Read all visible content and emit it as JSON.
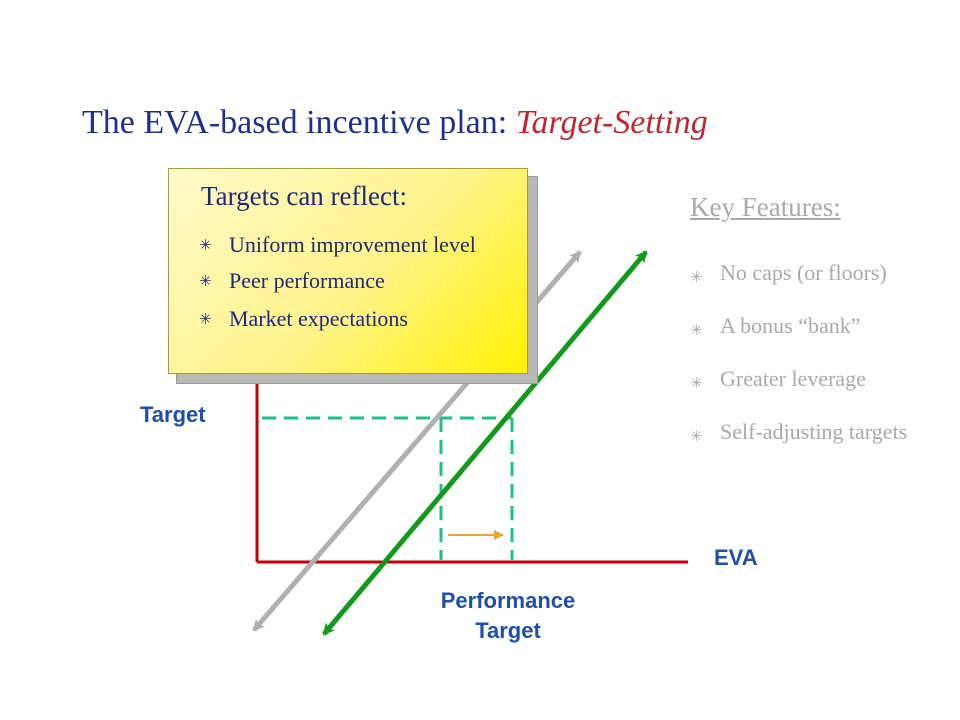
{
  "title": {
    "main": "The EVA-based incentive plan: ",
    "emphasis": "Target-Setting"
  },
  "callout": {
    "heading": "Targets can reflect:",
    "items": [
      {
        "text": "Uniform improvement level"
      },
      {
        "text": "Peer performance"
      },
      {
        "text": "Market expectations"
      }
    ]
  },
  "key_features": {
    "heading": "Key Features:",
    "items": [
      {
        "text": "No caps (or floors)"
      },
      {
        "text": "A bonus “bank”"
      },
      {
        "text": "Greater leverage"
      },
      {
        "text": "Self-adjusting targets"
      }
    ]
  },
  "diagram": {
    "y_label": "Target",
    "x_label": "EVA",
    "bottom_label_line1": "Performance",
    "bottom_label_line2": "Target",
    "bullet_glyph": "✳",
    "colors": {
      "axis": "#c0000b",
      "old_line": "#b0b0b0",
      "new_line": "#119a19",
      "dashed": "#1fbf8c",
      "shift_arrow": "#f0a030",
      "label": "#1f4fa8"
    }
  }
}
